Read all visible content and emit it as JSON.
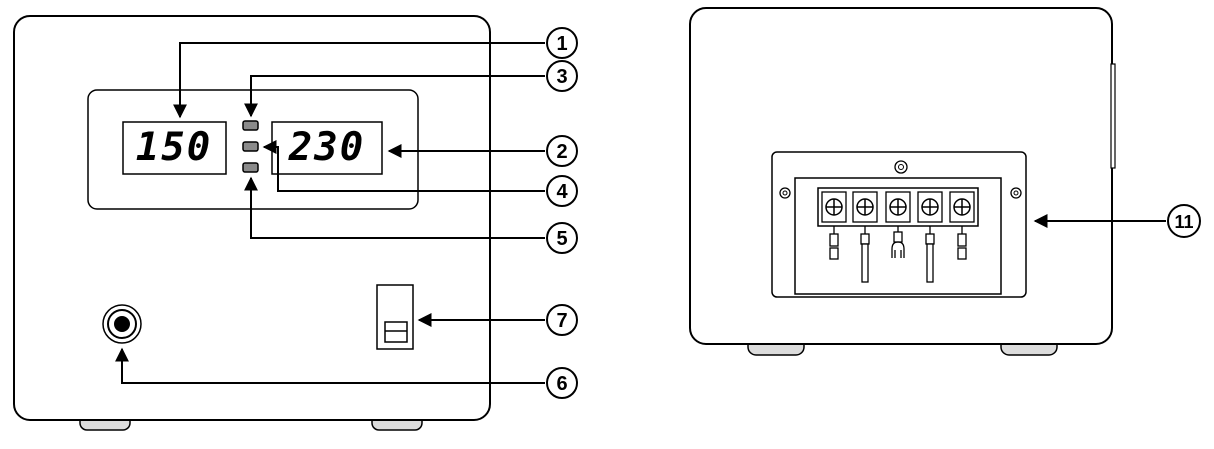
{
  "front_view": {
    "input_display_value": "150",
    "output_display_value": "230"
  },
  "callouts": [
    {
      "id": "c1",
      "label": "1"
    },
    {
      "id": "c2",
      "label": "2"
    },
    {
      "id": "c3",
      "label": "3"
    },
    {
      "id": "c4",
      "label": "4"
    },
    {
      "id": "c5",
      "label": "5"
    },
    {
      "id": "c6",
      "label": "6"
    },
    {
      "id": "c7",
      "label": "7"
    },
    {
      "id": "c11",
      "label": "11"
    }
  ],
  "colors": {
    "line": "#000000",
    "fill": "#ffffff",
    "foot": "#dcdcdc",
    "led": "#8a8a8a"
  }
}
